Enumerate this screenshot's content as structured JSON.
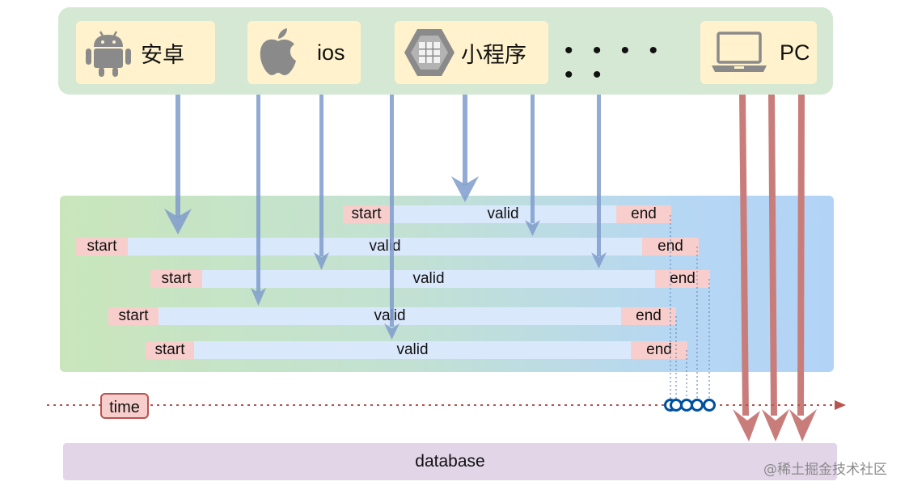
{
  "platforms": [
    {
      "label": "安卓",
      "icon": "android-icon"
    },
    {
      "label": "ios",
      "icon": "apple-icon"
    },
    {
      "label": "小程序",
      "icon": "mini-program-icon"
    },
    {
      "label": "PC",
      "icon": "laptop-icon"
    }
  ],
  "ellipsis": "• • • • • •",
  "rows": [
    {
      "start": "start",
      "valid": "valid",
      "end": "end"
    },
    {
      "start": "start",
      "valid": "valid",
      "end": "end"
    },
    {
      "start": "start",
      "valid": "valid",
      "end": "end"
    },
    {
      "start": "start",
      "valid": "valid",
      "end": "end"
    },
    {
      "start": "start",
      "valid": "valid",
      "end": "end"
    }
  ],
  "timeline": {
    "label": "time"
  },
  "database": {
    "label": "database"
  },
  "watermark": "@稀土掘金技术社区",
  "colors": {
    "platform_bar": "#d5e8d4",
    "platform_tile": "#fff2cc",
    "request_arrow": "#6c8ebf",
    "pc_arrow": "#b85450",
    "start_end": "#f8cecc",
    "valid": "#dae8fc",
    "database": "#e1d5e7",
    "time_marker": "#0050a0"
  }
}
